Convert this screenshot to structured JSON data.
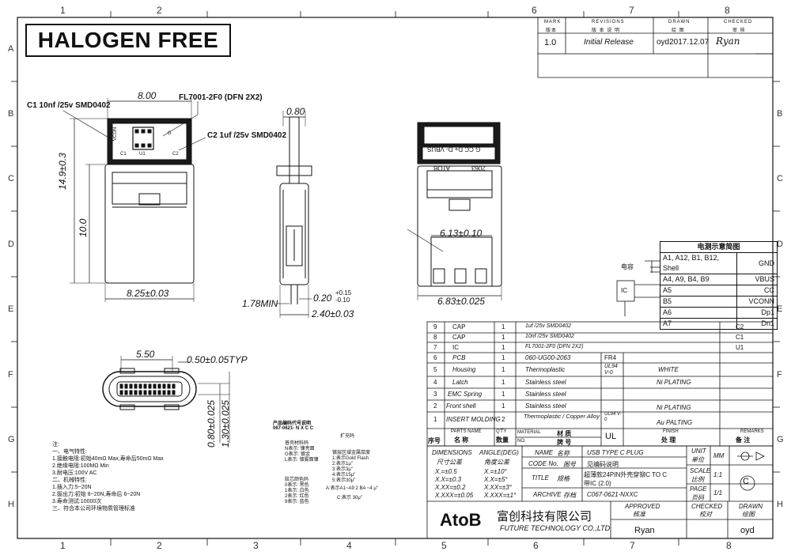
{
  "header": {
    "badge": "HALOGEN FREE",
    "revision_headers": {
      "mark": "MARK",
      "mark_cn": "版本",
      "revisions": "REVISIONS",
      "revisions_cn": "版 本 说 明",
      "drawn": "DRAWN",
      "drawn_cn": "绘 图",
      "checked": "CHECKED",
      "checked_cn": "审 核"
    },
    "revision_row": {
      "mark": "1.0",
      "revision": "Initial Release",
      "drawn": "oyd2017.12.07",
      "checked": "Ryan"
    }
  },
  "grid": {
    "cols": [
      "1",
      "2",
      "3",
      "4",
      "5",
      "6",
      "7",
      "8"
    ],
    "rows": [
      "A",
      "B",
      "C",
      "D",
      "E",
      "F",
      "G",
      "H"
    ]
  },
  "front_view": {
    "dim_width": "8.00",
    "dim_height": "14.9±0.3",
    "dim_body": "10.0",
    "dim_bottom": "8.25±0.03",
    "label_c1": "C1 10nf /25v SMD0402",
    "label_ic": "FL7001-2F0 (DFN 2X2)",
    "label_c2": "C2 1uf /25v SMD0402",
    "pcb_vconn": "VCON",
    "pcb_c1": "C1",
    "pcb_u1": "U1",
    "pcb_c2": "C2",
    "pcb_g": "G"
  },
  "side_view": {
    "dim_top": "0.80",
    "dim_min": "1.78MIN",
    "dim_thick": "0.20",
    "dim_tol_up": "+0.15",
    "dim_tol_dn": "-0.10",
    "dim_width": "2.40±0.03"
  },
  "back_view": {
    "pcb_text": "G CC D+ D- VBUS",
    "atob": "ATOB",
    "code": "2063",
    "dim_inner": "6.13±0.10",
    "dim_outer": "6.83±0.025"
  },
  "end_view": {
    "dim_550": "5.50",
    "dim_050": "0.50±0.05TYP",
    "dim_080": "0.80±0.025",
    "dim_130": "1.30±0.025"
  },
  "ordering": {
    "title": "产品编码代号说明",
    "code": "067-0621-  N X C C",
    "suffix": "扩充码",
    "col1": [
      "普壳材料码",
      "N表示: 镍亮面",
      "G表示: 镀金",
      "L表示: 镀雾面镍"
    ],
    "col2": [
      "镀层区域金属厚度",
      "1:表示Gold Flash",
      "2:表示1μ\"",
      "3:表示3μ\"",
      "4:表示15μ\"",
      "5:表示30μ\""
    ],
    "col3": [
      "胶芯颜色码",
      "0表示: 黑色",
      "1表示: 白色",
      "2表示: 红色",
      "9表示: 蓝色"
    ],
    "col4": [
      "A:表示A1~A9 2 BA  ~4 μ\""
    ],
    "col5": [
      "C:表示 30μ\""
    ]
  },
  "notes": [
    "注:",
    "一、电气特性:",
    "1.接触电阻:初始40mΩ Max,寿命后50mΩ Max",
    "2.绝缘电阻:100MΩ Min",
    "3.耐电压:100V AC",
    "二、机械特性:",
    "1.插入力:5~20N",
    "2.拔出力:初始 8~20N,寿命后 6~20N",
    "3.寿命测试:10000次",
    "三、符合本公司环境物质管理标准"
  ],
  "legend": {
    "title": "电测示意简图",
    "cap_label": "电容",
    "ic_label": "IC",
    "rows": [
      {
        "pins": "A1, A12, B1, B12, Shell",
        "signal": "GND"
      },
      {
        "pins": "A4, A9, B4, B9",
        "signal": "VBUS"
      },
      {
        "pins": "A5",
        "signal": "CC"
      },
      {
        "pins": "B5",
        "signal": "VCONN"
      },
      {
        "pins": "A6",
        "signal": "Dp1"
      },
      {
        "pins": "A7",
        "signal": "Dn1"
      }
    ]
  },
  "bom": {
    "rows": [
      {
        "no": "9",
        "name": "CAP",
        "qty": "1",
        "material": "1uf /25v SMD0402",
        "grade": "",
        "finish": "",
        "remark": "C2"
      },
      {
        "no": "8",
        "name": "CAP",
        "qty": "1",
        "material": "10nf /25v SMD0402",
        "grade": "",
        "finish": "",
        "remark": "C1"
      },
      {
        "no": "7",
        "name": "IC",
        "qty": "1",
        "material": "FL7001-2F0 (DFN 2X2)",
        "grade": "",
        "finish": "",
        "remark": "U1"
      },
      {
        "no": "6",
        "name": "PCB",
        "qty": "1",
        "material": "060-UG00-2063",
        "grade": "FR4",
        "finish": "",
        "remark": ""
      },
      {
        "no": "5",
        "name": "Housing",
        "qty": "1",
        "material": "Thermoplastic",
        "grade": "UL94 V-0",
        "finish": "WHITE",
        "remark": ""
      },
      {
        "no": "4",
        "name": "Latch",
        "qty": "1",
        "material": "Stainless steel",
        "grade": "",
        "finish": "Ni PLATING",
        "remark": ""
      },
      {
        "no": "3",
        "name": "EMC Spring",
        "qty": "1",
        "material": "Stainless steel",
        "grade": "",
        "finish": "",
        "remark": ""
      },
      {
        "no": "2",
        "name": "Front shell",
        "qty": "1",
        "material": "Stainless steel",
        "grade": "",
        "finish": "Ni PLATING",
        "remark": ""
      },
      {
        "no": "1",
        "name": "INSERT MOLDING",
        "qty": "2",
        "material": "Thermoplastic / Copper Alloy",
        "grade": "UL94 V-0",
        "finish": "Au PALTING",
        "remark": ""
      }
    ],
    "header": {
      "no": "序号",
      "parts": "PARTS NAME",
      "parts_cn": "名 称",
      "qty": "Q'TY",
      "qty_cn": "数量",
      "material": "MATERIAL",
      "material_cn": "材 质",
      "no2": "NO.",
      "no2_cn": "牌 号",
      "ul": "UL",
      "finish": "FINISH",
      "finish_cn": "处 理",
      "remarks": "REMARKS",
      "remarks_cn": "备 注"
    }
  },
  "title_block": {
    "dimensions": "DIMENSIONS",
    "angle": "ANGLE(DEG)",
    "tol_cn": "尺寸公差",
    "angle_cn": "角度公差",
    "tols": [
      "X.=±0.5",
      "X.X=±0.3",
      "X.XX=±0.2",
      "X.XXX=±0.05"
    ],
    "angle_tols": [
      "X.=±10°",
      "X.X=±5°",
      "X.XX=±3°",
      "X.XXX=±1°"
    ],
    "name_lbl": "NAME",
    "name_cn": "名称",
    "name_val": "USB TYPE C  PLUG",
    "code_lbl": "CODE No.",
    "code_cn": "图号",
    "code_val": "见编码说明",
    "title_lbl": "TITLE",
    "title_cn": "规格",
    "title_val_1": "超薄款24PIN外壳穿铆C TO C",
    "title_val_2": "带IC (2.0)",
    "archive_lbl": "ARCHIVE",
    "archive_cn": "存档",
    "archive_val": "C067-0621-NXXC",
    "unit_lbl": "UNIT",
    "unit_cn": "单位",
    "unit_val": "MM",
    "scale_lbl": "SCALE",
    "scale_cn": "比例",
    "scale_val": "1:1",
    "page_lbl": "PAGE",
    "page_cn": "页码",
    "page_val": "1/1",
    "company_logo": "AtoB",
    "company_cn": "富创科技有限公司",
    "company_en": "FUTURE TECHNOLOGY CO.,LTD",
    "approved_lbl": "APPROVED",
    "approved_cn": "核准",
    "approved_val": "Ryan",
    "checked_lbl": "CHECKED",
    "checked_cn": "校对",
    "checked_val": "",
    "drawn_lbl": "DRAWN",
    "drawn_cn": "绘图",
    "drawn_val": "oyd"
  },
  "colors": {
    "ink": "#111111",
    "paper": "#ffffff"
  }
}
